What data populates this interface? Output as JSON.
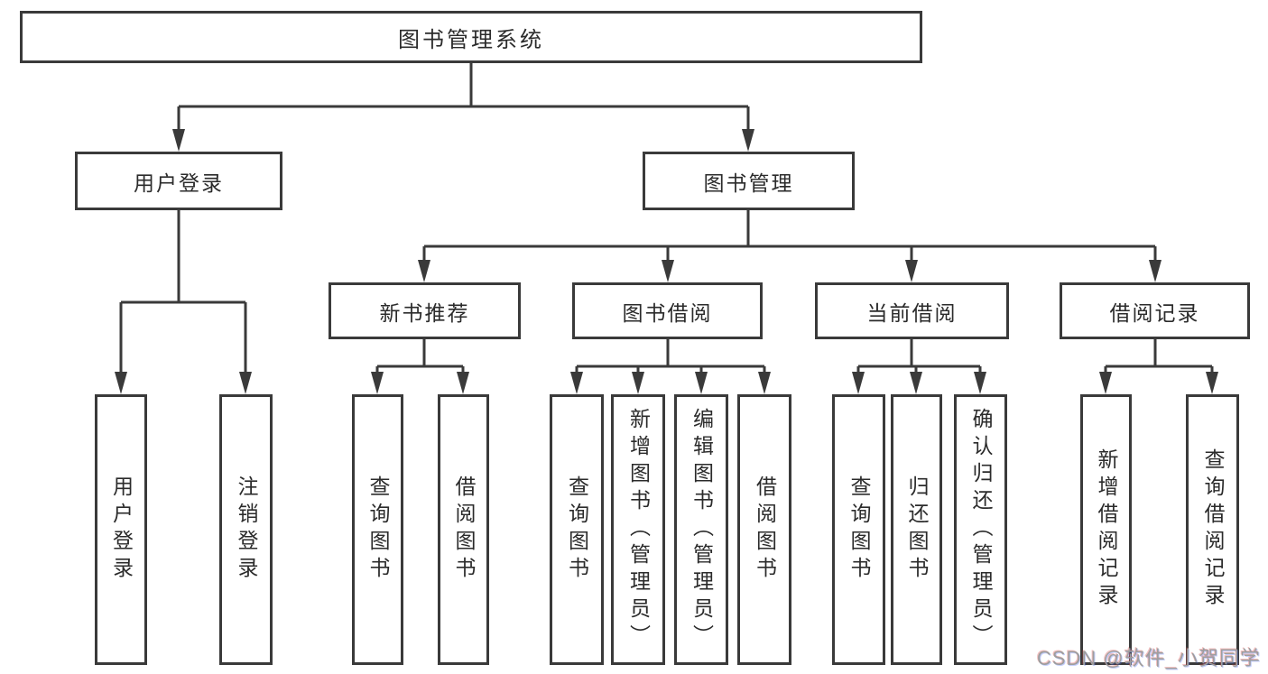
{
  "diagram_type": "hierarchy-tree",
  "tree": {
    "label": "图书管理系统",
    "children": [
      {
        "label": "用户登录",
        "children": [
          {
            "label": "用户登录"
          },
          {
            "label": "注销登录"
          }
        ]
      },
      {
        "label": "图书管理",
        "children": [
          {
            "label": "新书推荐",
            "children": [
              {
                "label": "查询图书"
              },
              {
                "label": "借阅图书"
              }
            ]
          },
          {
            "label": "图书借阅",
            "children": [
              {
                "label": "查询图书"
              },
              {
                "label": "新增图书（管理员）"
              },
              {
                "label": "编辑图书（管理员）"
              },
              {
                "label": "借阅图书"
              }
            ]
          },
          {
            "label": "当前借阅",
            "children": [
              {
                "label": "查询图书"
              },
              {
                "label": "归还图书"
              },
              {
                "label": "确认归还（管理员）"
              }
            ]
          },
          {
            "label": "借阅记录",
            "children": [
              {
                "label": "新增借阅记录"
              },
              {
                "label": "查询借阅记录"
              }
            ]
          }
        ]
      }
    ]
  },
  "watermark": {
    "text": "CSDN @软件_小贺同学"
  },
  "colors": {
    "line": "#3a3a3a",
    "text": "#2b2b2b",
    "bg": "#ffffff",
    "watermark": "#9e9e9e"
  }
}
